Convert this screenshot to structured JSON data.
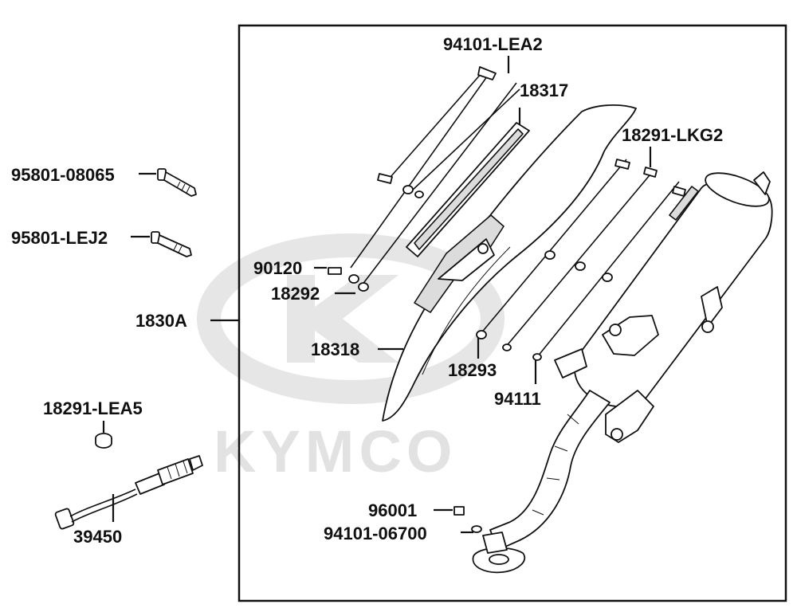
{
  "watermark": {
    "brand": "KYMCO"
  },
  "labels": {
    "p94101_lea2": "94101-LEA2",
    "p18317": "18317",
    "p18291_lkg2": "18291-LKG2",
    "p95801_08065": "95801-08065",
    "p95801_lej2": "95801-LEJ2",
    "p90120": "90120",
    "p18292": "18292",
    "p1830a": "1830A",
    "p18318": "18318",
    "p18293": "18293",
    "p94111": "94111",
    "p18291_lea5": "18291-LEA5",
    "p96001": "96001",
    "p94101_06700": "94101-06700",
    "p39450": "39450"
  }
}
